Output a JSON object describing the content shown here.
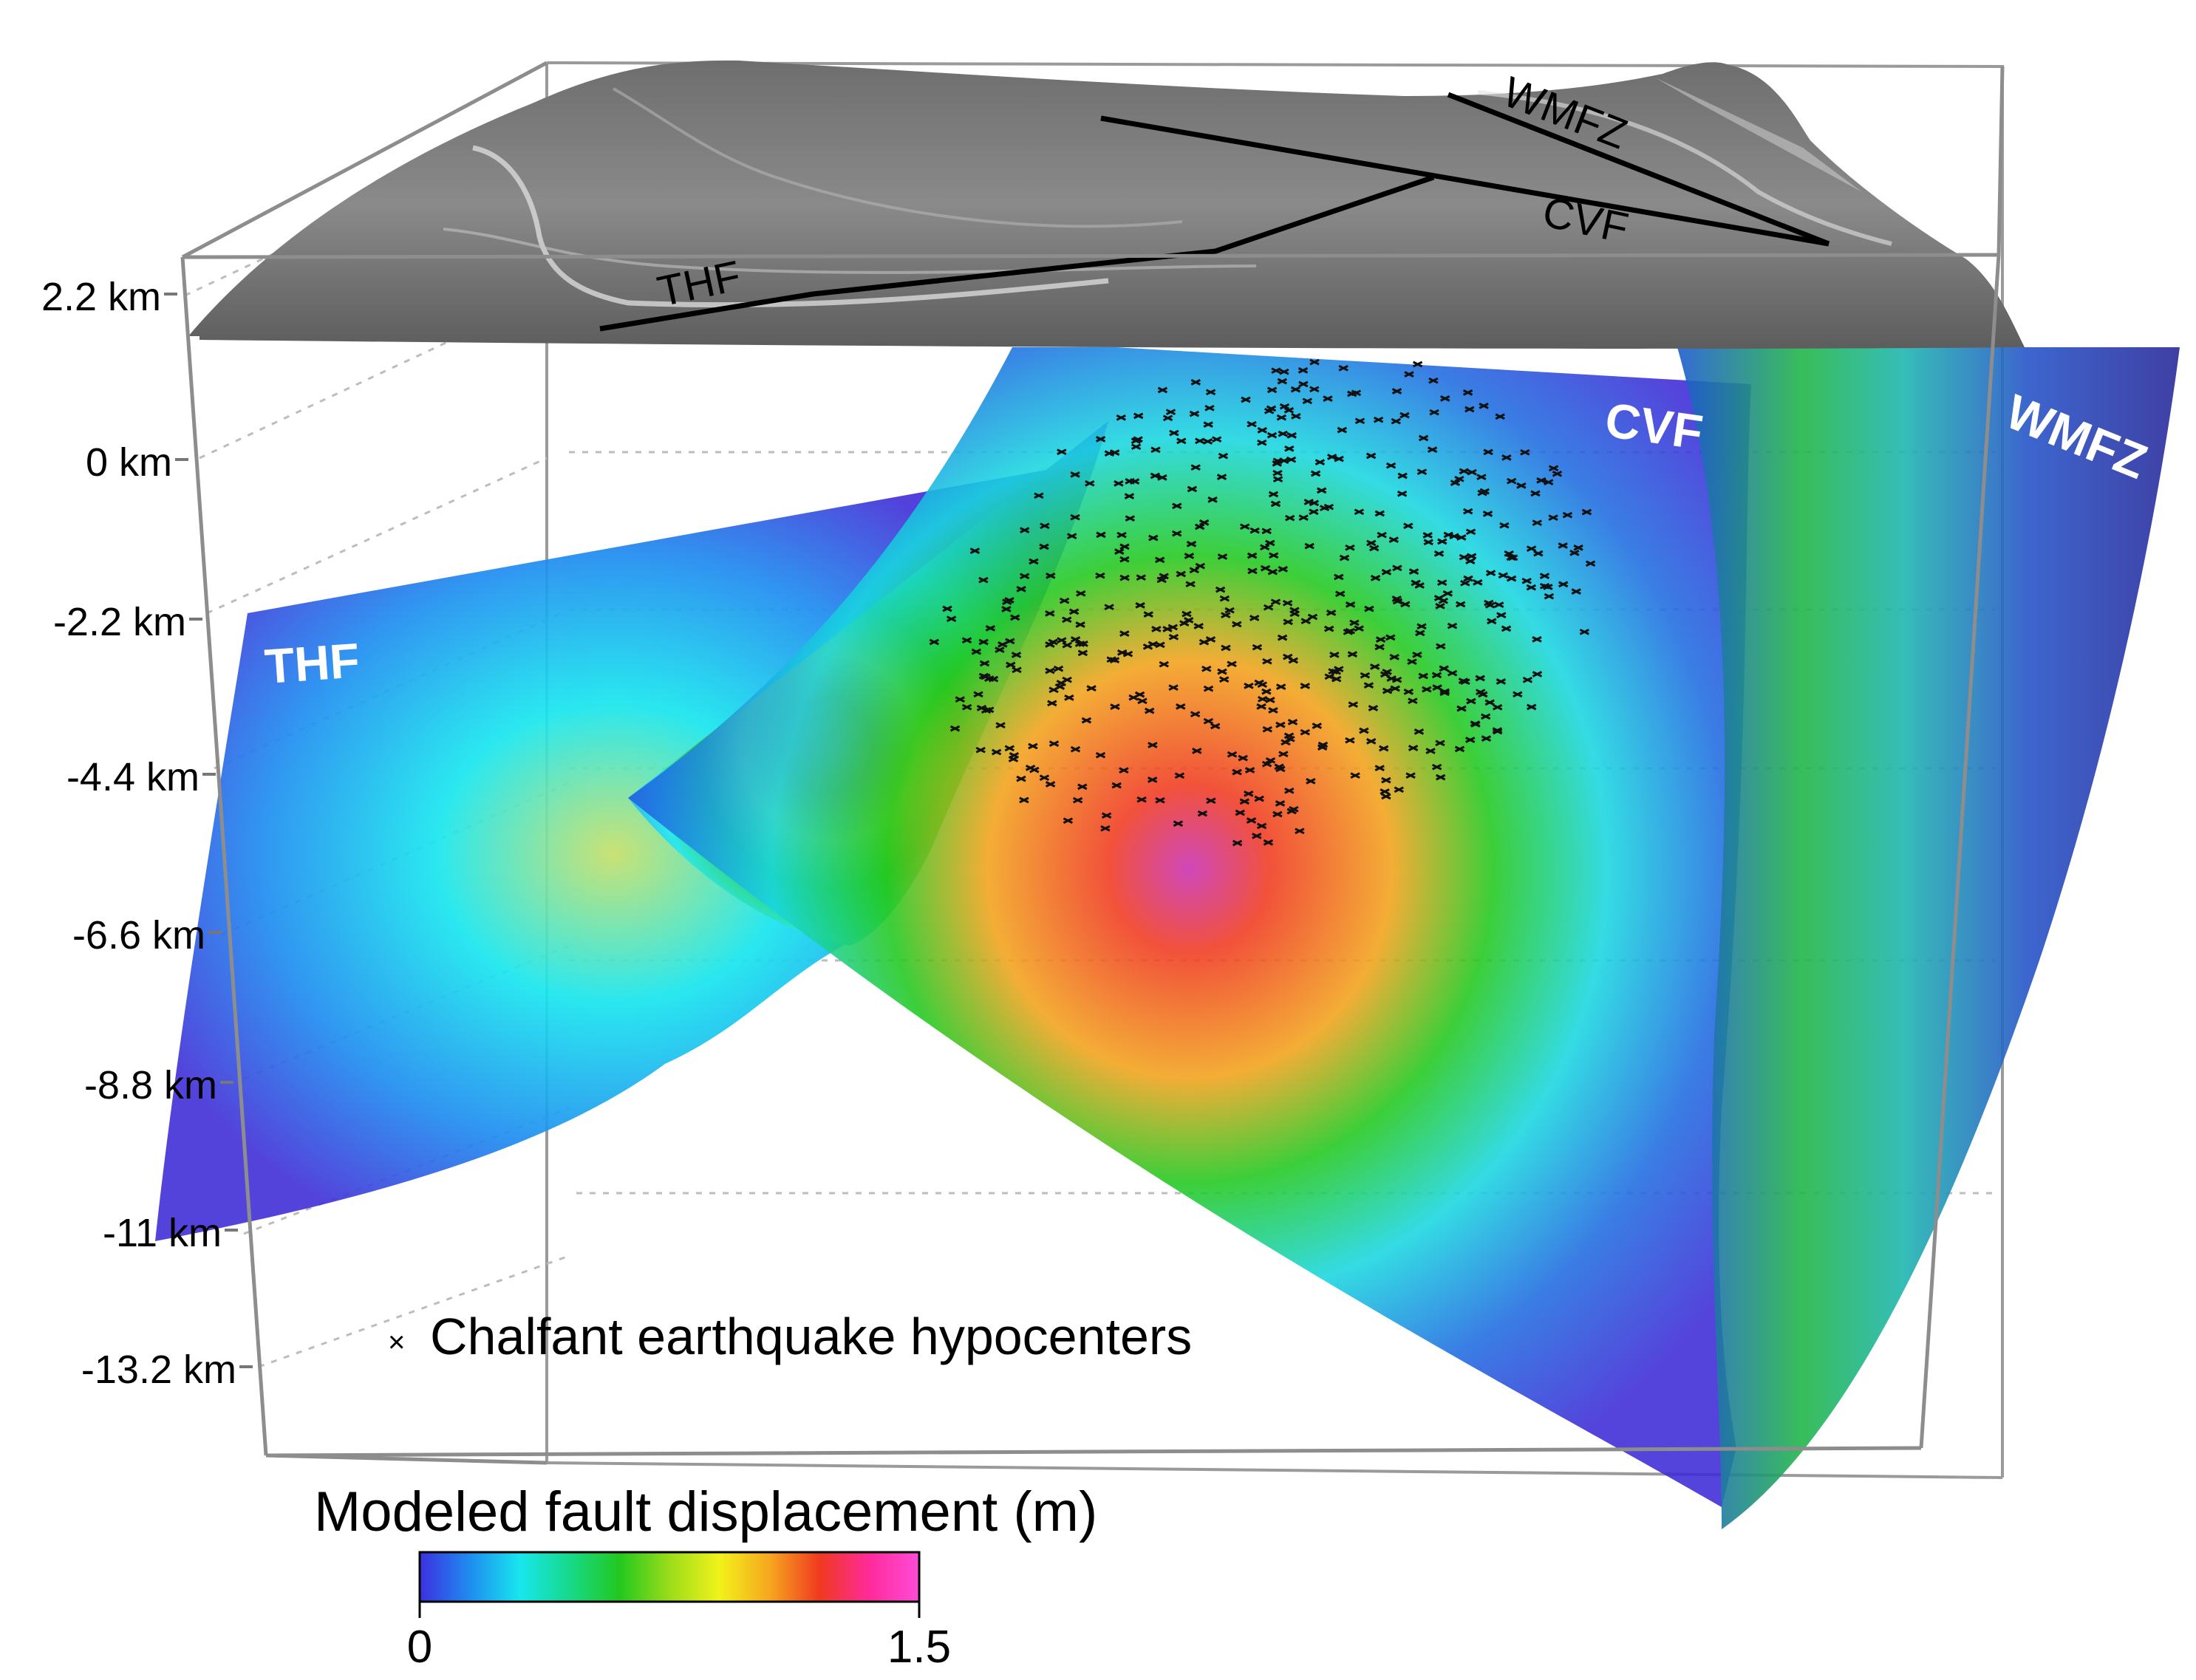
{
  "depth_axis": {
    "ticks": [
      "2.2 km",
      "0 km",
      "-2.2 km",
      "-4.4 km",
      "-6.6 km",
      "-8.8 km",
      "-11 km",
      "-13.2 km"
    ],
    "values_km": [
      2.2,
      0,
      -2.2,
      -4.4,
      -6.6,
      -8.8,
      -11,
      -13.2
    ]
  },
  "surface_labels": {
    "wmfz": "WMFZ",
    "cvf": "CVF",
    "thf": "THF"
  },
  "fault_labels": {
    "cvf": "CVF",
    "wmfz": "WMFZ",
    "thf": "THF"
  },
  "legend": {
    "hypocenter_marker": "×",
    "hypocenter_label": "Chalfant earthquake hypocenters"
  },
  "colorbar": {
    "title": "Modeled fault displacement (m)",
    "min_label": "0",
    "max_label": "1.5",
    "min": 0,
    "max": 1.5,
    "colors": [
      "#3c2fe0",
      "#1f8cf0",
      "#18e6ee",
      "#17d98a",
      "#22c81e",
      "#9bdc1a",
      "#f2f21b",
      "#f6a71f",
      "#f03a1f",
      "#ff2a9a",
      "#ff4cd8"
    ]
  },
  "colors": {
    "frame": "#8d8d8d",
    "fault_base": "#3d2ad6",
    "terrain": "#7c7c7c"
  },
  "icons": {
    "hypocenter": "cross-icon"
  }
}
